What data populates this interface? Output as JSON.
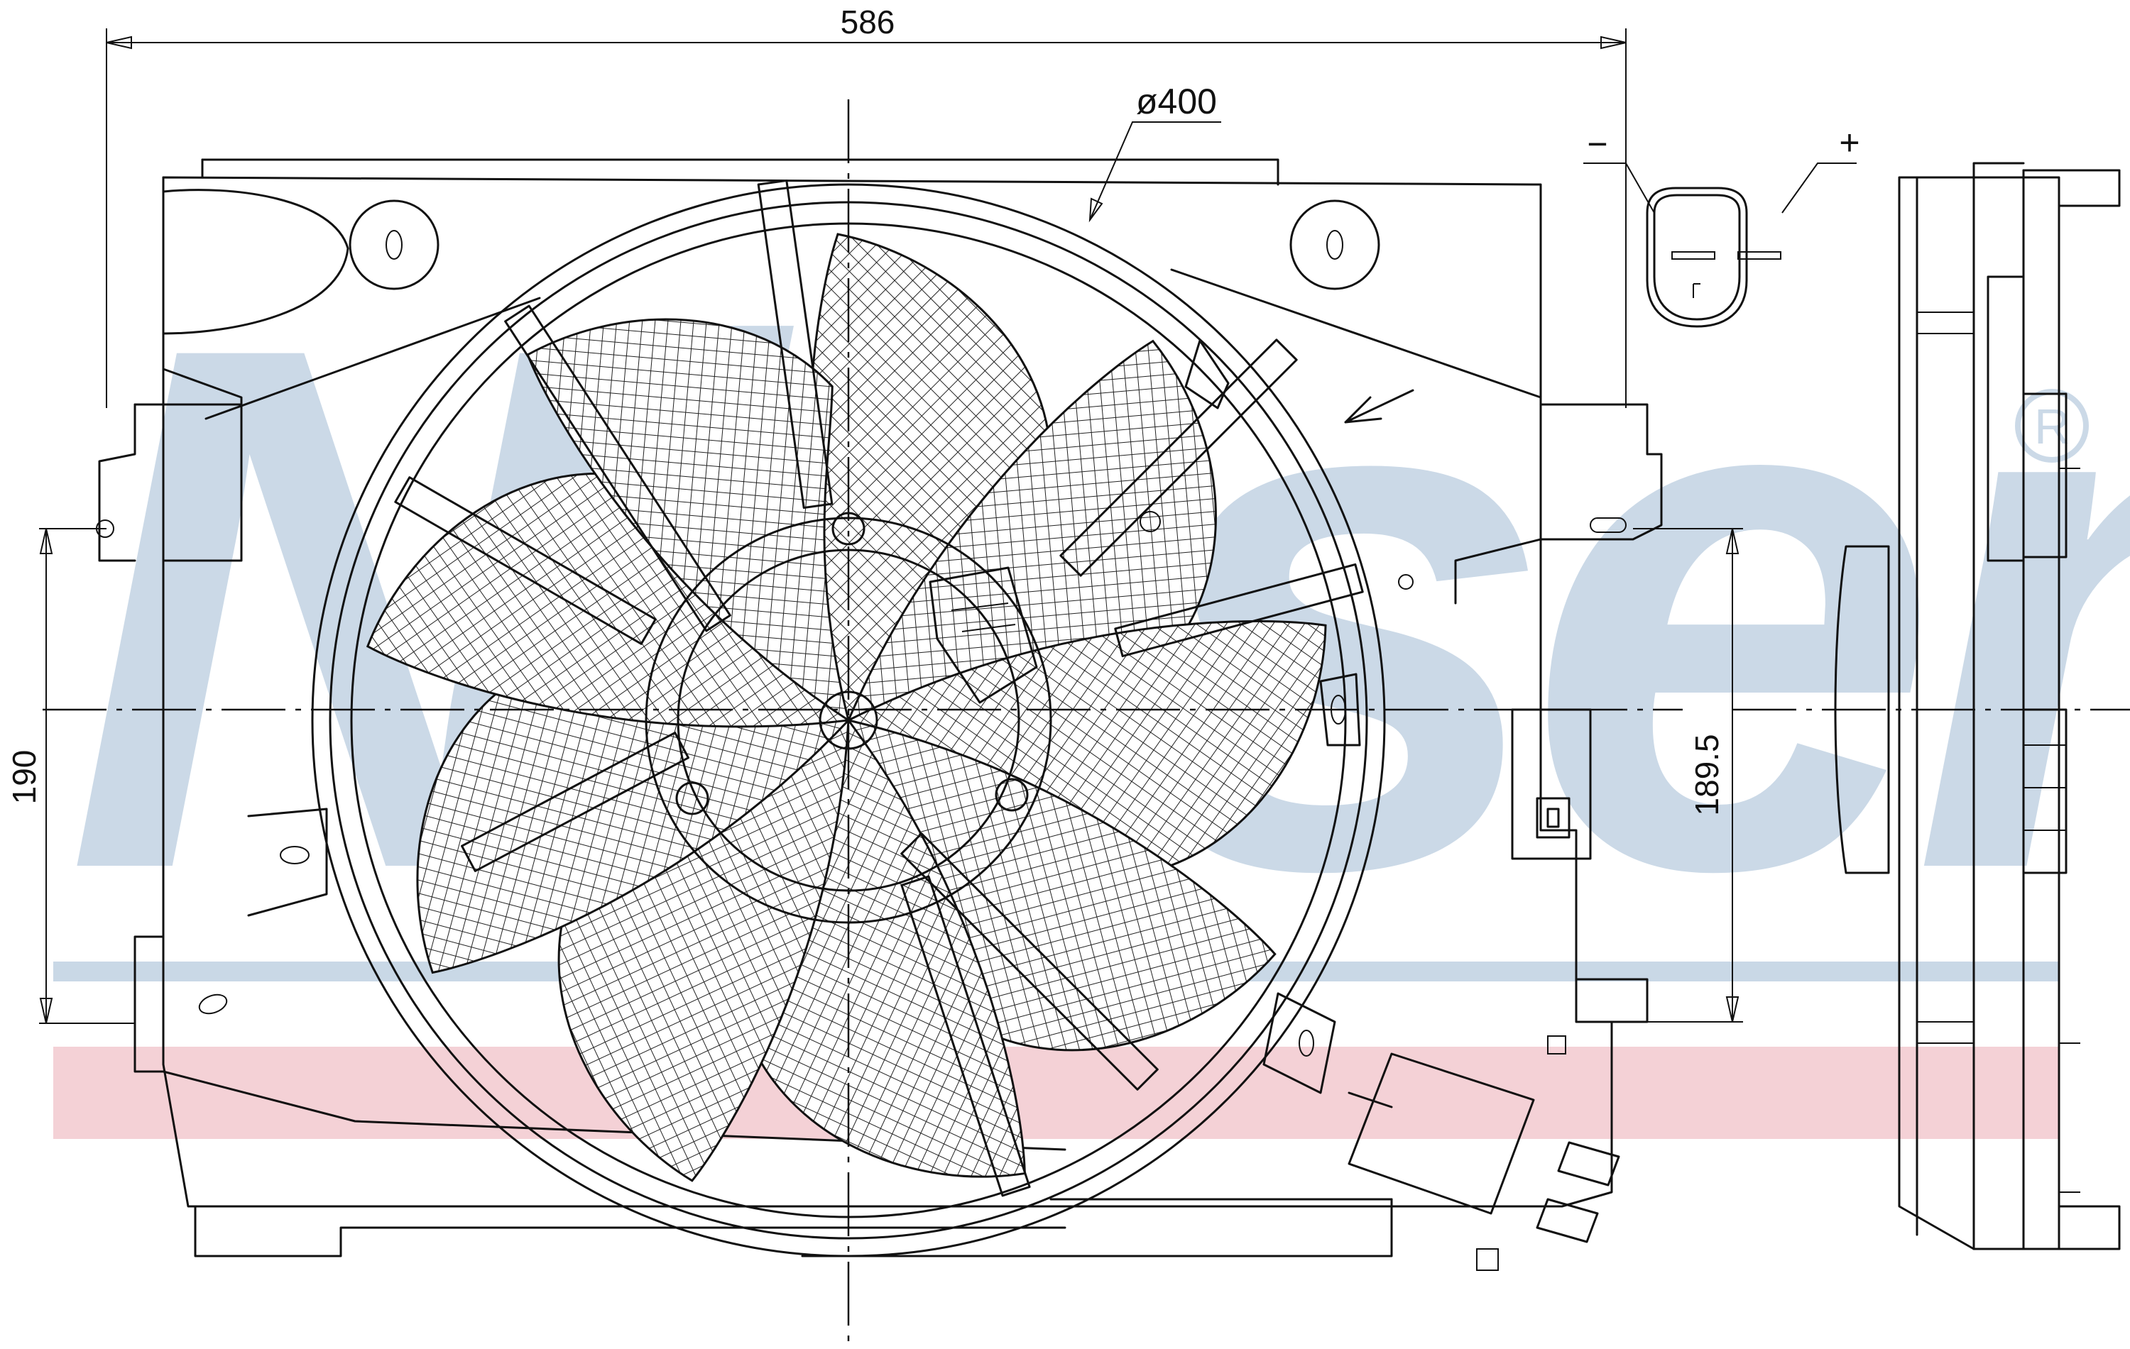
{
  "dimensions": {
    "width_label": "586",
    "height_left_label": "190",
    "height_right_label": "189.5",
    "diameter_label": "ø400"
  },
  "connector": {
    "minus_label": "−",
    "plus_label": "+"
  },
  "watermark": {
    "text": "Nissens",
    "registered_mark": "R"
  },
  "colors": {
    "line": "#111111",
    "watermark_blue": "#c9d8e6",
    "stripe_blue": "#c9d8e6",
    "stripe_red": "#f2c9cf",
    "mesh": "#222222"
  }
}
